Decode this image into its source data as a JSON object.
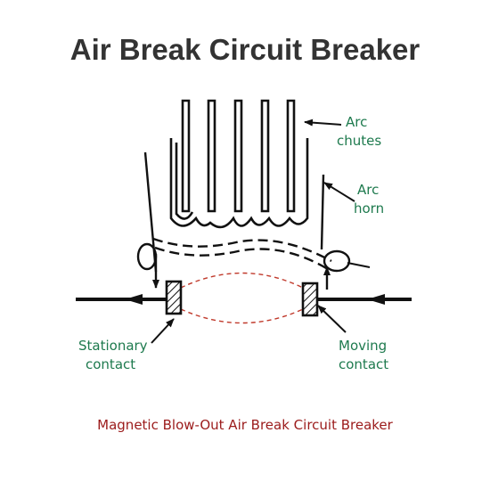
{
  "title": "Air Break Circuit Breaker",
  "caption": "Magnetic Blow-Out Air Break Circuit Breaker",
  "labels": {
    "arc_chutes": [
      "Arc",
      "chutes"
    ],
    "arc_horn": [
      "Arc",
      "horn"
    ],
    "stationary_contact": [
      "Stationary",
      "contact"
    ],
    "moving_contact": [
      "Moving",
      "contact"
    ]
  },
  "colors": {
    "title": "#333333",
    "label": "#1e7a4e",
    "caption": "#9b1b1b",
    "arc": "#c0392b",
    "line": "#111111"
  }
}
